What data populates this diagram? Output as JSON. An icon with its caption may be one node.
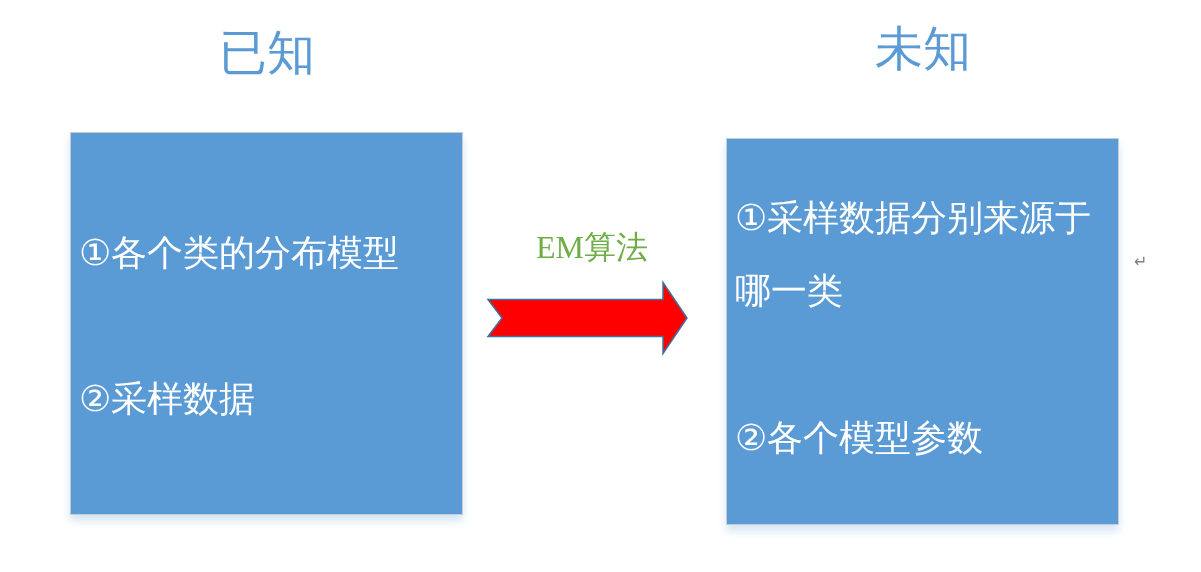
{
  "diagram": {
    "nodes": [
      {
        "text": [
          "已知",
          "①各个类的分布模型",
          "②采样数据"
        ]
      },
      {
        "text": [
          "未知",
          "①采样数据分别来源于哪一类",
          "②各个模型参数"
        ]
      }
    ],
    "edges": [
      {
        "from": 0,
        "to": 1,
        "arrow": "to",
        "label": "EM算法",
        "style": "thick",
        "color": "#ff0000"
      }
    ],
    "labels": [
      "↵"
    ]
  }
}
